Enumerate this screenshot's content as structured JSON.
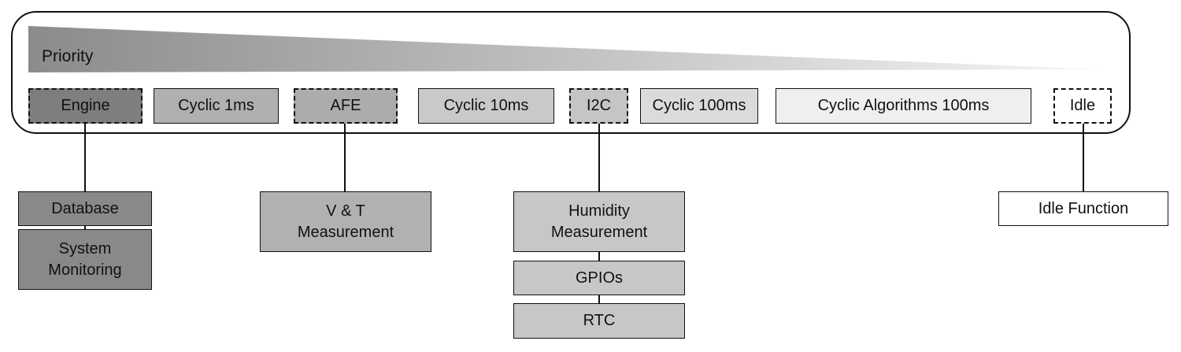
{
  "priority": {
    "label": "Priority",
    "gradient_from": "#8b8b8b",
    "gradient_to": "#f6f6f6"
  },
  "tasks": [
    {
      "label": "Engine",
      "fill": "#7e7e7e",
      "border": "dashed"
    },
    {
      "label": "Cyclic 1ms",
      "fill": "#b0b0b0",
      "border": "solid"
    },
    {
      "label": "AFE",
      "fill": "#acacac",
      "border": "dashed"
    },
    {
      "label": "Cyclic 10ms",
      "fill": "#c9c9c9",
      "border": "solid"
    },
    {
      "label": "I2C",
      "fill": "#c5c5c5",
      "border": "dashed"
    },
    {
      "label": "Cyclic 100ms",
      "fill": "#dbdbdb",
      "border": "solid"
    },
    {
      "label": "Cyclic Algorithms 100ms",
      "fill": "#efefef",
      "border": "solid"
    },
    {
      "label": "Idle",
      "fill": "#ffffff",
      "border": "dashed"
    }
  ],
  "subtasks": {
    "engine": [
      {
        "label": "Database",
        "fill": "#898989"
      },
      {
        "label": "System\nMonitoring",
        "fill": "#898989"
      }
    ],
    "afe": [
      {
        "label": "V & T\nMeasurement",
        "fill": "#b1b1b1"
      }
    ],
    "i2c": [
      {
        "label": "Humidity\nMeasurement",
        "fill": "#c7c7c7"
      },
      {
        "label": "GPIOs",
        "fill": "#c7c7c7"
      },
      {
        "label": "RTC",
        "fill": "#c7c7c7"
      }
    ],
    "idle": [
      {
        "label": "Idle Function",
        "fill": "#ffffff"
      }
    ]
  }
}
